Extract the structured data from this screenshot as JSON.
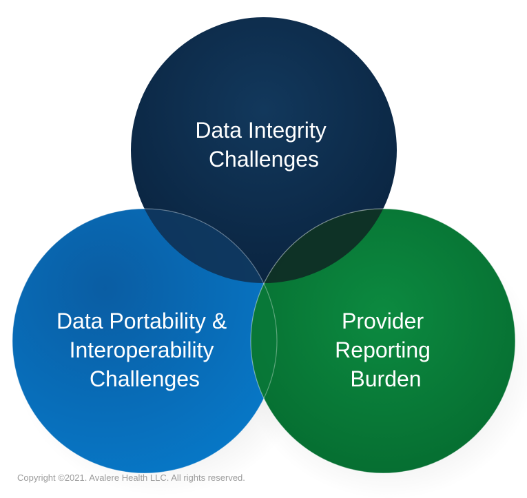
{
  "diagram": {
    "circles": [
      {
        "id": "top",
        "lines": [
          "Data Integrity",
          "Challenges"
        ],
        "color": "#0d2f4f"
      },
      {
        "id": "left",
        "lines": [
          "Data Portability &",
          "Interoperability",
          "Challenges"
        ],
        "color": "#0b68b3"
      },
      {
        "id": "right",
        "lines": [
          "Provider",
          "Reporting",
          "Burden"
        ],
        "color": "#0a7a3a"
      }
    ]
  },
  "footer": {
    "copyright": "Copyright ©2021. Avalere Health LLC. All rights reserved."
  }
}
